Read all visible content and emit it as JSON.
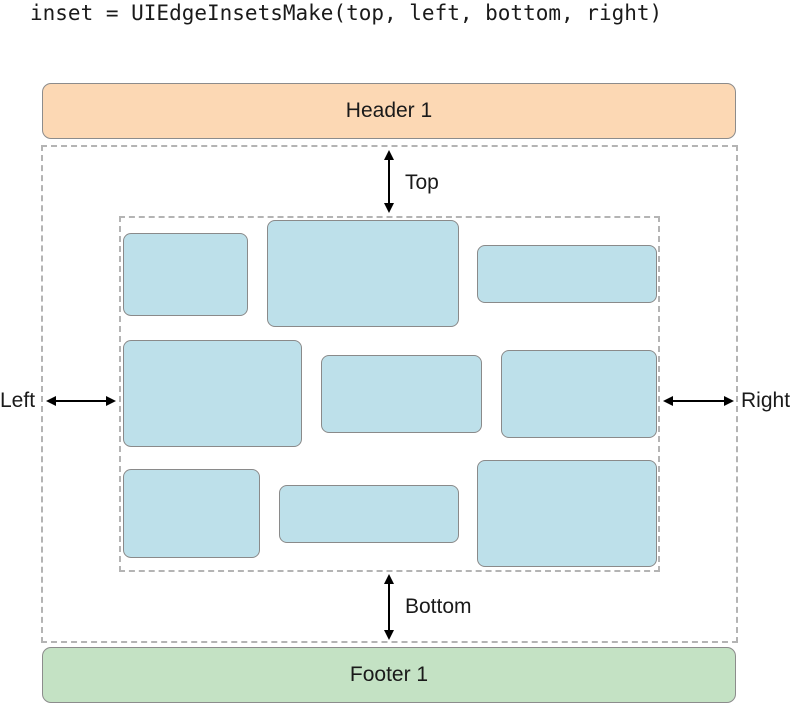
{
  "code": "inset = UIEdgeInsetsMake(top, left, bottom, right)",
  "header": {
    "label": "Header 1"
  },
  "footer": {
    "label": "Footer 1"
  },
  "labels": {
    "top": "Top",
    "left": "Left",
    "right": "Right",
    "bottom": "Bottom"
  },
  "colors": {
    "header_fill": "#fcd8b4",
    "footer_fill": "#c4e2c4",
    "cell_fill": "#bde0ea",
    "dashed": "#b4b4b4",
    "arrow": "#000000"
  },
  "cell_count": 9
}
